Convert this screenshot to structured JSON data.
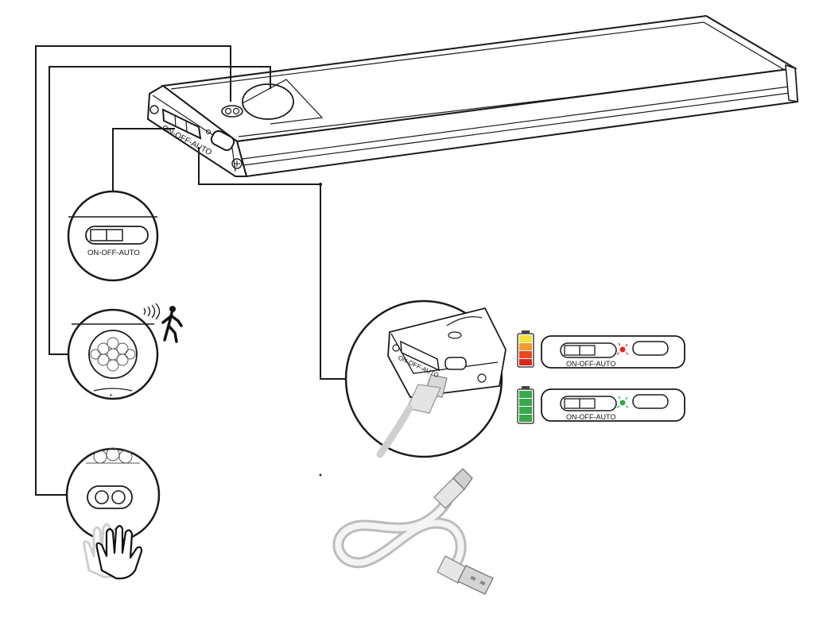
{
  "device": {
    "switch_label_small": "ON-OFF-AUTO",
    "switch_label_main": "ON-OFF-AUTO",
    "charging_indicator": {
      "led_color": "#e0261f",
      "battery_colors": [
        "#f2e33a",
        "#f29a2e",
        "#e64a1e",
        "#d9261c"
      ]
    },
    "charged_indicator": {
      "led_color": "#2ea84a",
      "battery_colors": [
        "#3aa84a",
        "#3aa84a",
        "#3aa84a",
        "#3aa84a"
      ]
    },
    "detail_switch_label": "ON-OFF-AUTO",
    "sensor_symbol": "•",
    "icons": [
      "motion-person-icon",
      "hand-wave-icon",
      "usb-c-cable-icon",
      "battery-icon"
    ]
  }
}
